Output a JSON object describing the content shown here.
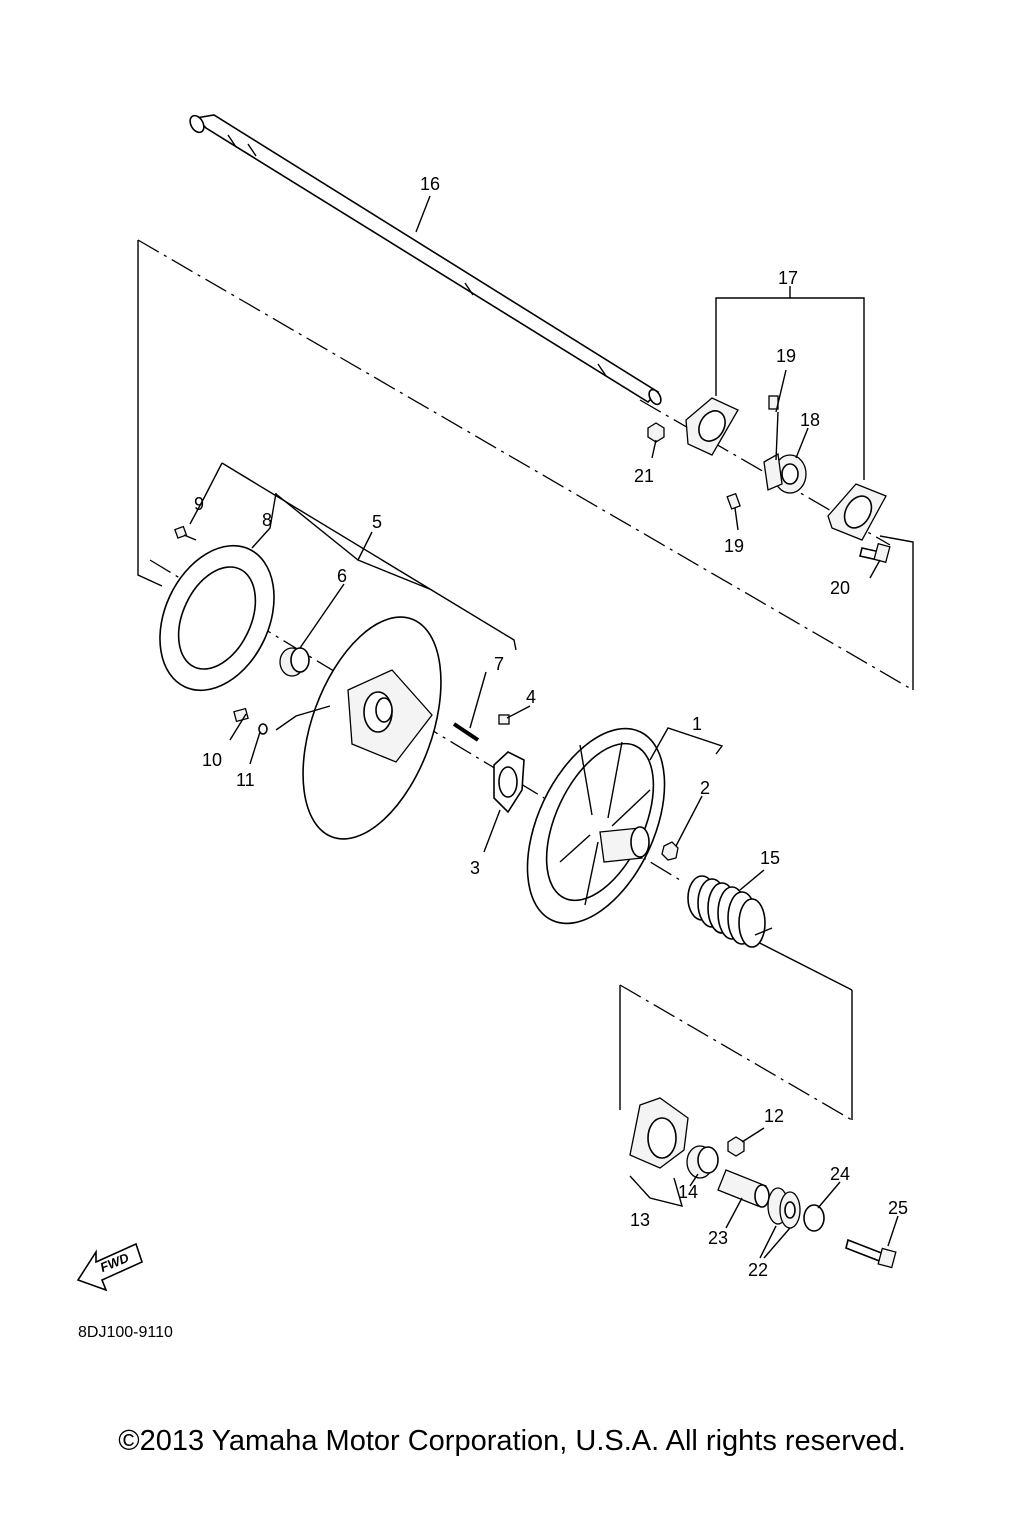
{
  "diagram": {
    "callouts": {
      "c1": "1",
      "c2": "2",
      "c3": "3",
      "c4": "4",
      "c5": "5",
      "c6": "6",
      "c7": "7",
      "c8": "8",
      "c9": "9",
      "c10": "10",
      "c11": "11",
      "c12": "12",
      "c13": "13",
      "c14": "14",
      "c15": "15",
      "c16": "16",
      "c17": "17",
      "c18": "18",
      "c19a": "19",
      "c19b": "19",
      "c20": "20",
      "c21": "21",
      "c22": "22",
      "c23": "23",
      "c24": "24",
      "c25": "25"
    },
    "fwd_label": "FWD",
    "drawing_code": "8DJ100-9110"
  },
  "footer": {
    "copyright": "©2013 Yamaha Motor Corporation, U.S.A. All rights reserved."
  }
}
